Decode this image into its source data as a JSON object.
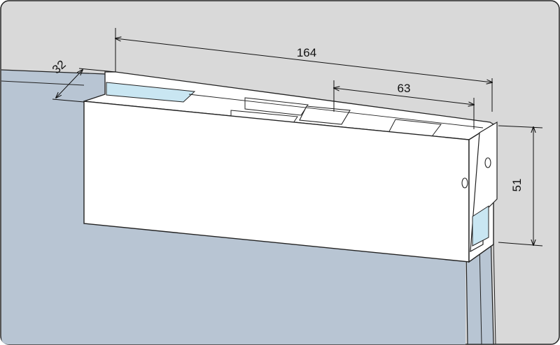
{
  "drawing": {
    "dimensions": {
      "overall_length": "164",
      "offset_length": "63",
      "depth": "32",
      "height": "51"
    },
    "colors": {
      "background": "#d9d9d9",
      "glass": "#b8c5d3",
      "glass_light": "#c9e6f2",
      "fitting": "#ffffff",
      "outline": "#222222"
    }
  }
}
